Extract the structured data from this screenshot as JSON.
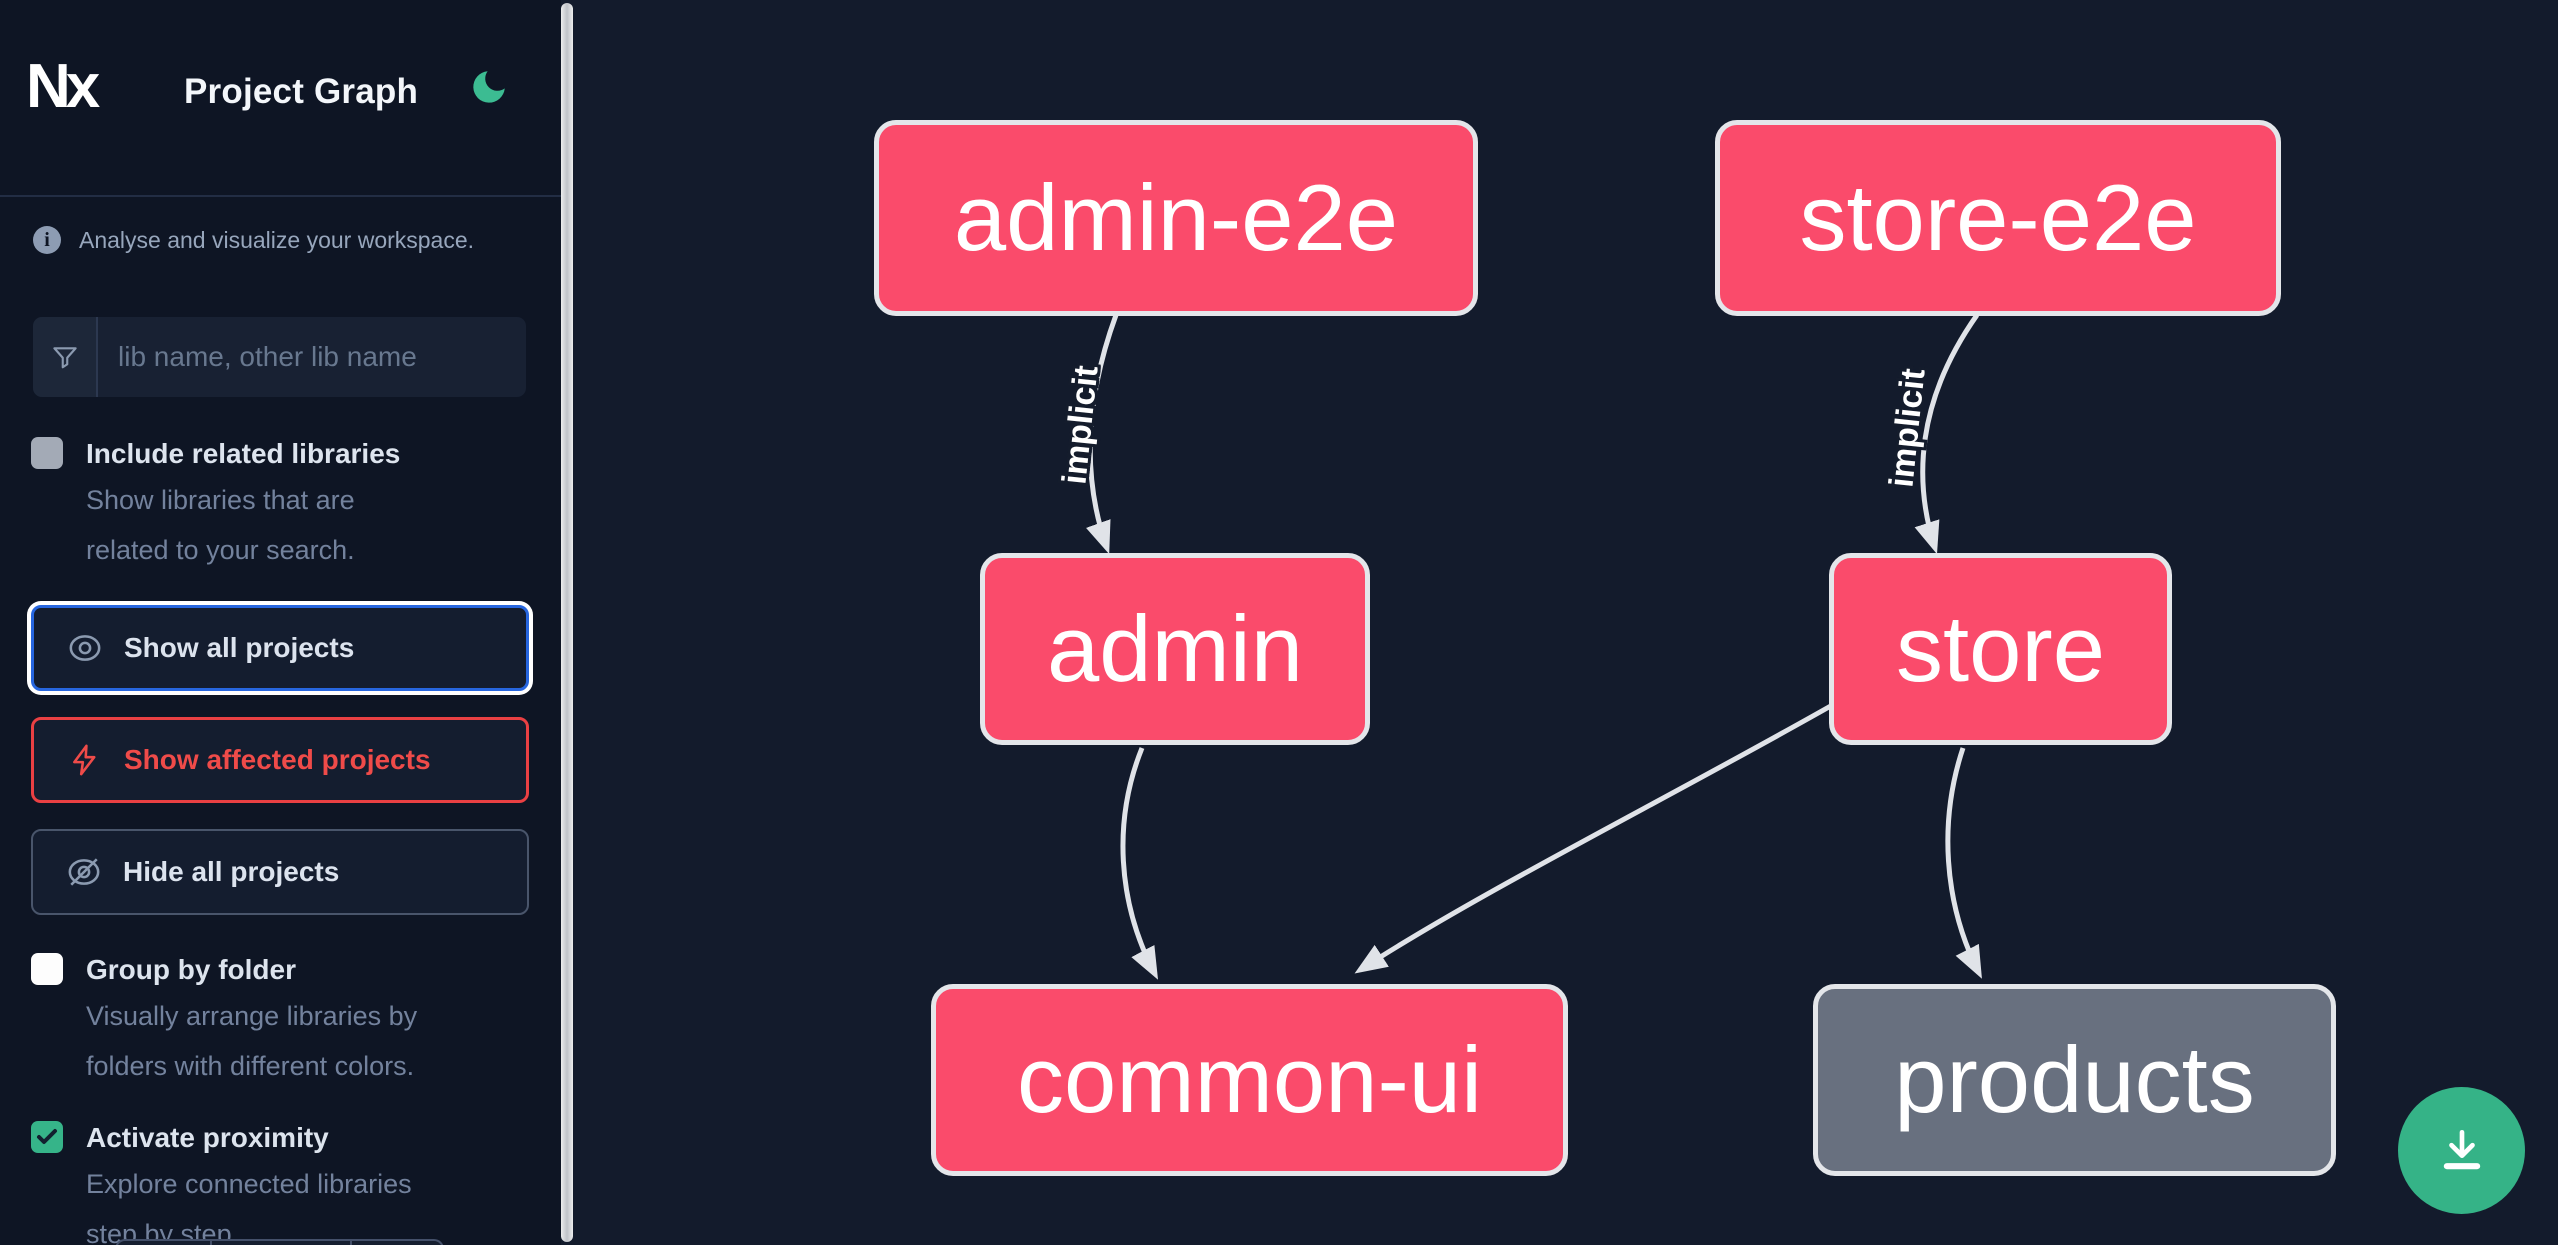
{
  "header": {
    "logo_text": "Nx",
    "title": "Project Graph"
  },
  "sidebar": {
    "info_text": "Analyse and visualize your workspace.",
    "search": {
      "placeholder": "lib name, other lib name"
    },
    "options": [
      {
        "label": "Include related libraries",
        "description": "Show libraries that are related to your search.",
        "checked": false
      },
      {
        "label": "Group by folder",
        "description": "Visually arrange libraries by folders with different colors.",
        "checked": false
      },
      {
        "label": "Activate proximity",
        "description": "Explore connected libraries step by step.",
        "checked": true
      }
    ],
    "actions": [
      {
        "label": "Show all projects",
        "state": "focused"
      },
      {
        "label": "Show affected projects",
        "state": "affected"
      },
      {
        "label": "Hide all projects",
        "state": "default"
      }
    ]
  },
  "graph": {
    "nodes": [
      {
        "id": "admin-e2e",
        "label": "admin-e2e",
        "color": "pink"
      },
      {
        "id": "store-e2e",
        "label": "store-e2e",
        "color": "pink"
      },
      {
        "id": "admin",
        "label": "admin",
        "color": "pink"
      },
      {
        "id": "store",
        "label": "store",
        "color": "pink"
      },
      {
        "id": "common-ui",
        "label": "common-ui",
        "color": "pink"
      },
      {
        "id": "products",
        "label": "products",
        "color": "gray"
      }
    ],
    "edges": [
      {
        "from": "admin-e2e",
        "to": "admin",
        "label": "implicit"
      },
      {
        "from": "store-e2e",
        "to": "store",
        "label": "implicit"
      },
      {
        "from": "admin",
        "to": "common-ui",
        "label": ""
      },
      {
        "from": "store",
        "to": "common-ui",
        "label": ""
      },
      {
        "from": "store",
        "to": "products",
        "label": ""
      }
    ]
  },
  "colors": {
    "sidebar_bg": "#0e1524",
    "canvas_bg": "#131b2c",
    "node_pink": "#fa4b6b",
    "node_gray": "#68707f",
    "node_border": "#e4e6ea",
    "edge": "#e0e3e8",
    "accent_green": "#35b387",
    "focus_blue": "#2766df",
    "affected_red": "#ef4b49"
  }
}
